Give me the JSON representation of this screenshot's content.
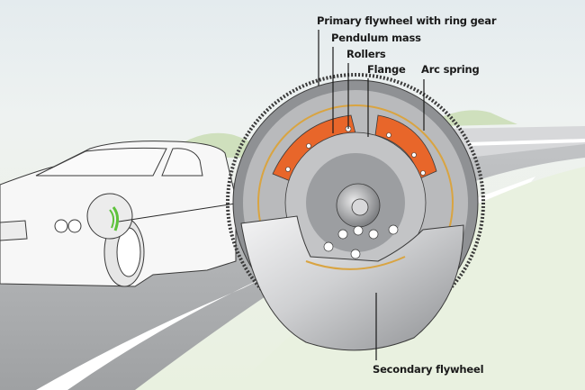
{
  "diagram": {
    "subject": "Dual-mass flywheel with centrifugal pendulum-type absorber, shown in a car",
    "labels": {
      "primary_flywheel": "Primary flywheel with ring gear",
      "pendulum_mass": "Pendulum mass",
      "rollers": "Rollers",
      "flange": "Flange",
      "arc_spring": "Arc spring",
      "secondary_flywheel": "Secondary flywheel"
    },
    "colors": {
      "pendulum_mass": "#e8662a",
      "arc_spring": "#d9a441",
      "highlight_in_car": "#5cc23a",
      "road": "#a9abad",
      "road_marking": "#ffffff",
      "grass": "#e9f1e0",
      "sky": "#e4ebee",
      "metal": "#c8c9cb",
      "label_text": "#1a1a1a"
    }
  }
}
